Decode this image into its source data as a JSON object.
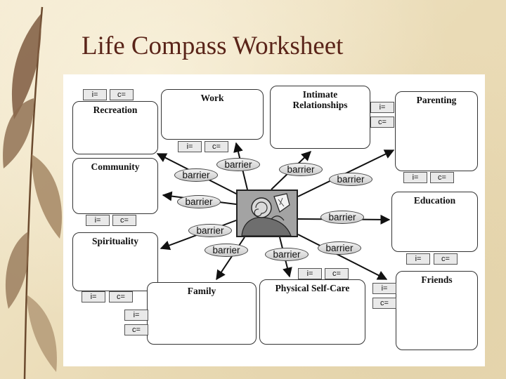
{
  "title": "Life Compass Worksheet",
  "categories": {
    "recreation": "Recreation",
    "work": "Work",
    "intimate": "Intimate\nRelationships",
    "parenting": "Parenting",
    "community": "Community",
    "education": "Education",
    "spirituality": "Spirituality",
    "family": "Family",
    "physical": "Physical Self-Care",
    "friends": "Friends"
  },
  "tag_labels": {
    "importance": "i=",
    "consistency": "c="
  },
  "barrier_label": "barrier",
  "icons": {
    "center": "person-compass-figure-icon",
    "decoration": "eucalyptus-leaves"
  },
  "colors": {
    "title": "#5a2419",
    "sheet": "#ffffff",
    "barrier_fill": "#d8d8d8"
  }
}
